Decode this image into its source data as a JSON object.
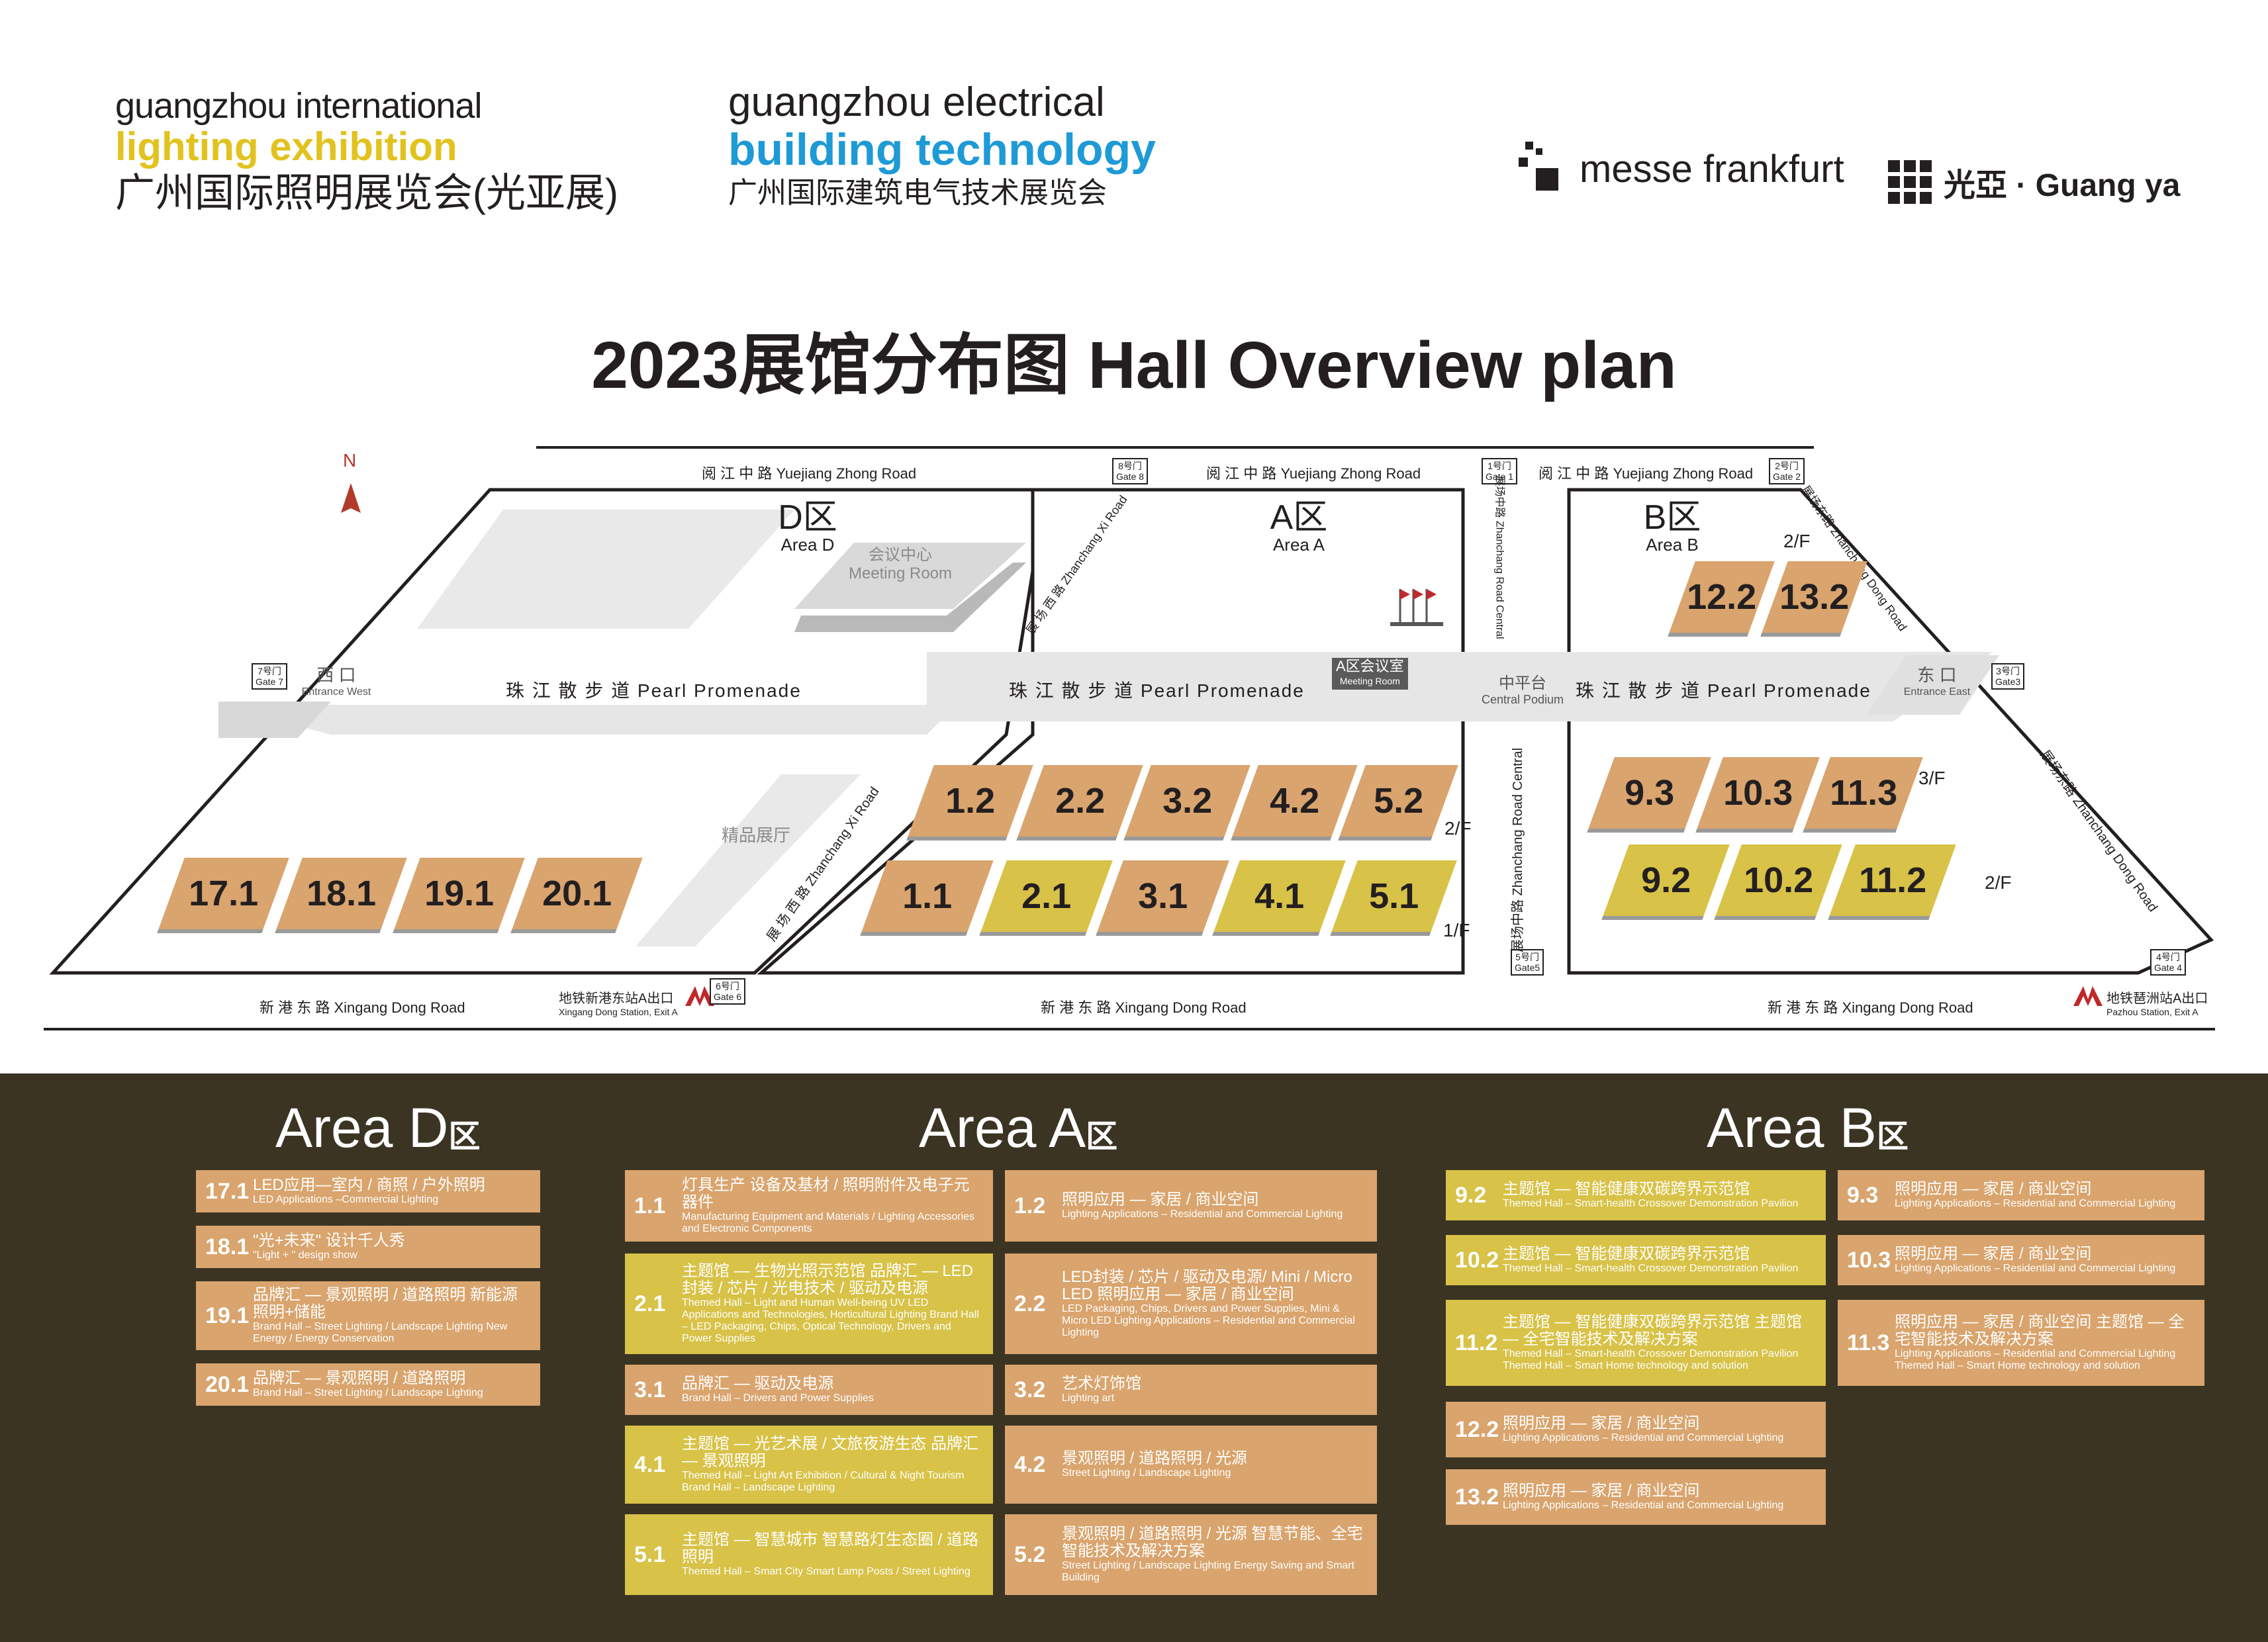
{
  "header": {
    "lighting_logo": {
      "line1": "guangzhou international",
      "line2": "lighting exhibition",
      "line3": "广州国际照明展览会(光亚展)"
    },
    "electrical_logo": {
      "line1": "guangzhou electrical",
      "line2": "building technology",
      "line3": "广州国际建筑电气技术展览会"
    },
    "messe_frankfurt": "messe frankfurt",
    "guangya": "光亞 · Guang ya",
    "title": "2023展馆分布图 Hall Overview plan"
  },
  "map": {
    "north": "N",
    "roads": {
      "yuejiang_1": "阅 江 中 路  Yuejiang Zhong Road",
      "yuejiang_2": "阅 江 中 路  Yuejiang Zhong Road",
      "yuejiang_3": "阅 江 中 路  Yuejiang Zhong Road",
      "xingang_1": "新 港 东 路  Xingang Dong Road",
      "xingang_2": "新 港 东 路  Xingang Dong Road",
      "xingang_3": "新 港 东 路  Xingang Dong Road"
    },
    "gates": {
      "gate8": {
        "zh": "8号门",
        "en": "Gate 8"
      },
      "gate1": {
        "zh": "1号门",
        "en": "Gate 1"
      },
      "gate2": {
        "zh": "2号门",
        "en": "Gate 2"
      },
      "gate7": {
        "zh": "7号门",
        "en": "Gate 7"
      },
      "gate3": {
        "zh": "3号门",
        "en": "Gate3"
      },
      "gate6": {
        "zh": "6号门",
        "en": "Gate 6"
      },
      "gate5": {
        "zh": "5号门",
        "en": "Gate5"
      },
      "gate4": {
        "zh": "4号门",
        "en": "Gate 4"
      }
    },
    "areas": {
      "d": {
        "zh": "D区",
        "en": "Area D"
      },
      "a": {
        "zh": "A区",
        "en": "Area A"
      },
      "b": {
        "zh": "B区",
        "en": "Area B"
      }
    },
    "meeting_center": {
      "zh": "会议中心",
      "en": "Meeting Room"
    },
    "a_meeting": {
      "zh": "A区会议室",
      "en": "Meeting Room"
    },
    "boutique": "精品展厅",
    "entrance_west": {
      "zh": "西 口",
      "en": "Entrance West"
    },
    "entrance_east": {
      "zh": "东 口",
      "en": "Entrance East"
    },
    "central_podium": {
      "zh": "中平台",
      "en": "Central Podium"
    },
    "promenade": "珠 江 散 步 道   Pearl Promenade",
    "zhanchang_xi": "展 场 西 路  Zhanchang Xi Road",
    "zhanchang_central": "展场中路 Zhanchang Road Central",
    "zhanchang_dong": "展场东路 Zhanchang Dong Road",
    "metro_west": {
      "zh": "地铁新港东站A出口",
      "en": "Xingang Dong Station, Exit A"
    },
    "metro_east": {
      "zh": "地铁琶洲站A出口",
      "en": "Pazhou Station, Exit A"
    },
    "floors": {
      "f1": "1/F",
      "f2": "2/F",
      "f3": "3/F"
    },
    "halls": {
      "h17_1": "17.1",
      "h18_1": "18.1",
      "h19_1": "19.1",
      "h20_1": "20.1",
      "h1_2": "1.2",
      "h2_2": "2.2",
      "h3_2": "3.2",
      "h4_2": "4.2",
      "h5_2": "5.2",
      "h1_1": "1.1",
      "h2_1": "2.1",
      "h3_1": "3.1",
      "h4_1": "4.1",
      "h5_1": "5.1",
      "h12_2": "12.2",
      "h13_2": "13.2",
      "h9_3": "9.3",
      "h10_3": "10.3",
      "h11_3": "11.3",
      "h9_2": "9.2",
      "h10_2": "10.2",
      "h11_2": "11.2"
    }
  },
  "legend": {
    "area_d": {
      "title": "Area D",
      "suffix": "区"
    },
    "area_a": {
      "title": "Area A",
      "suffix": "区"
    },
    "area_b": {
      "title": "Area B",
      "suffix": "区"
    },
    "d": [
      {
        "num": "17.1",
        "zh": "LED应用—室内 / 商照 / 户外照明",
        "en": "LED Applications –Commercial Lighting"
      },
      {
        "num": "18.1",
        "zh": "\"光+未来\" 设计千人秀",
        "en": "\"Light + \" design show"
      },
      {
        "num": "19.1",
        "zh": "品牌汇 — 景观照明 / 道路照明  新能源照明+储能",
        "en": "Brand Hall – Street Lighting / Landscape Lighting  New Energy / Energy Conservation"
      },
      {
        "num": "20.1",
        "zh": "品牌汇 — 景观照明 / 道路照明",
        "en": "Brand Hall – Street Lighting / Landscape Lighting"
      }
    ],
    "a_left": [
      {
        "num": "1.1",
        "zh": "灯具生产  设备及基材 / 照明附件及电子元器件",
        "en": "Manufacturing Equipment and Materials / Lighting Accessories and Electronic Components"
      },
      {
        "num": "2.1",
        "zh": "主题馆 — 生物光照示范馆  品牌汇 — LED封装 / 芯片 / 光电技术 / 驱动及电源",
        "en": "Themed Hall – Light and Human Well-being  UV LED Applications and Technologies, Horticultural Lighting  Brand Hall – LED Packaging, Chips, Optical Technology, Drivers and Power Supplies"
      },
      {
        "num": "3.1",
        "zh": "品牌汇 — 驱动及电源",
        "en": "Brand Hall – Drivers and Power Supplies"
      },
      {
        "num": "4.1",
        "zh": "主题馆 — 光艺术展 / 文旅夜游生态  品牌汇 — 景观照明",
        "en": "Themed Hall – Light Art Exhibition / Cultural & Night Tourism  Brand Hall – Landscape Lighting"
      },
      {
        "num": "5.1",
        "zh": "主题馆 — 智慧城市  智慧路灯生态圈 / 道路照明",
        "en": "Themed Hall – Smart City  Smart Lamp Posts / Street Lighting"
      }
    ],
    "a_right": [
      {
        "num": "1.2",
        "zh": "照明应用 — 家居 / 商业空间",
        "en": "Lighting Applications – Residential and Commercial Lighting"
      },
      {
        "num": "2.2",
        "zh": "LED封装 / 芯片 / 驱动及电源/ Mini / Micro LED  照明应用 — 家居 / 商业空间",
        "en": "LED Packaging, Chips, Drivers and Power Supplies, Mini & Micro LED  Lighting Applications – Residential and Commercial Lighting"
      },
      {
        "num": "3.2",
        "zh": "艺术灯饰馆",
        "en": "Lighting art"
      },
      {
        "num": "4.2",
        "zh": "景观照明 / 道路照明 / 光源",
        "en": "Street Lighting / Landscape Lighting"
      },
      {
        "num": "5.2",
        "zh": "景观照明 / 道路照明 / 光源  智慧节能、全宅智能技术及解决方案",
        "en": "Street Lighting / Landscape Lighting  Energy Saving and Smart Building"
      }
    ],
    "b_left": [
      {
        "num": "9.2",
        "zh": "主题馆 — 智能健康双碳跨界示范馆",
        "en": "Themed Hall – Smart-health Crossover Demonstration Pavilion"
      },
      {
        "num": "10.2",
        "zh": "主题馆 — 智能健康双碳跨界示范馆",
        "en": "Themed Hall – Smart-health Crossover Demonstration Pavilion"
      },
      {
        "num": "11.2",
        "zh": "主题馆 — 智能健康双碳跨界示范馆  主题馆 — 全宅智能技术及解决方案",
        "en": "Themed Hall – Smart-health Crossover Demonstration Pavilion  Themed Hall – Smart Home technology and solution"
      },
      {
        "num": "12.2",
        "zh": "照明应用 — 家居 / 商业空间",
        "en": "Lighting Applications – Residential and Commercial Lighting"
      },
      {
        "num": "13.2",
        "zh": "照明应用 — 家居 / 商业空间",
        "en": "Lighting Applications – Residential and Commercial Lighting"
      }
    ],
    "b_right": [
      {
        "num": "9.3",
        "zh": "照明应用 — 家居 / 商业空间",
        "en": "Lighting Applications – Residential and Commercial Lighting"
      },
      {
        "num": "10.3",
        "zh": "照明应用 — 家居 / 商业空间",
        "en": "Lighting Applications – Residential and Commercial Lighting"
      },
      {
        "num": "11.3",
        "zh": "照明应用 — 家居 / 商业空间  主题馆 — 全宅智能技术及解决方案",
        "en": "Lighting Applications – Residential and Commercial Lighting  Themed Hall – Smart Home technology and solution"
      }
    ]
  }
}
